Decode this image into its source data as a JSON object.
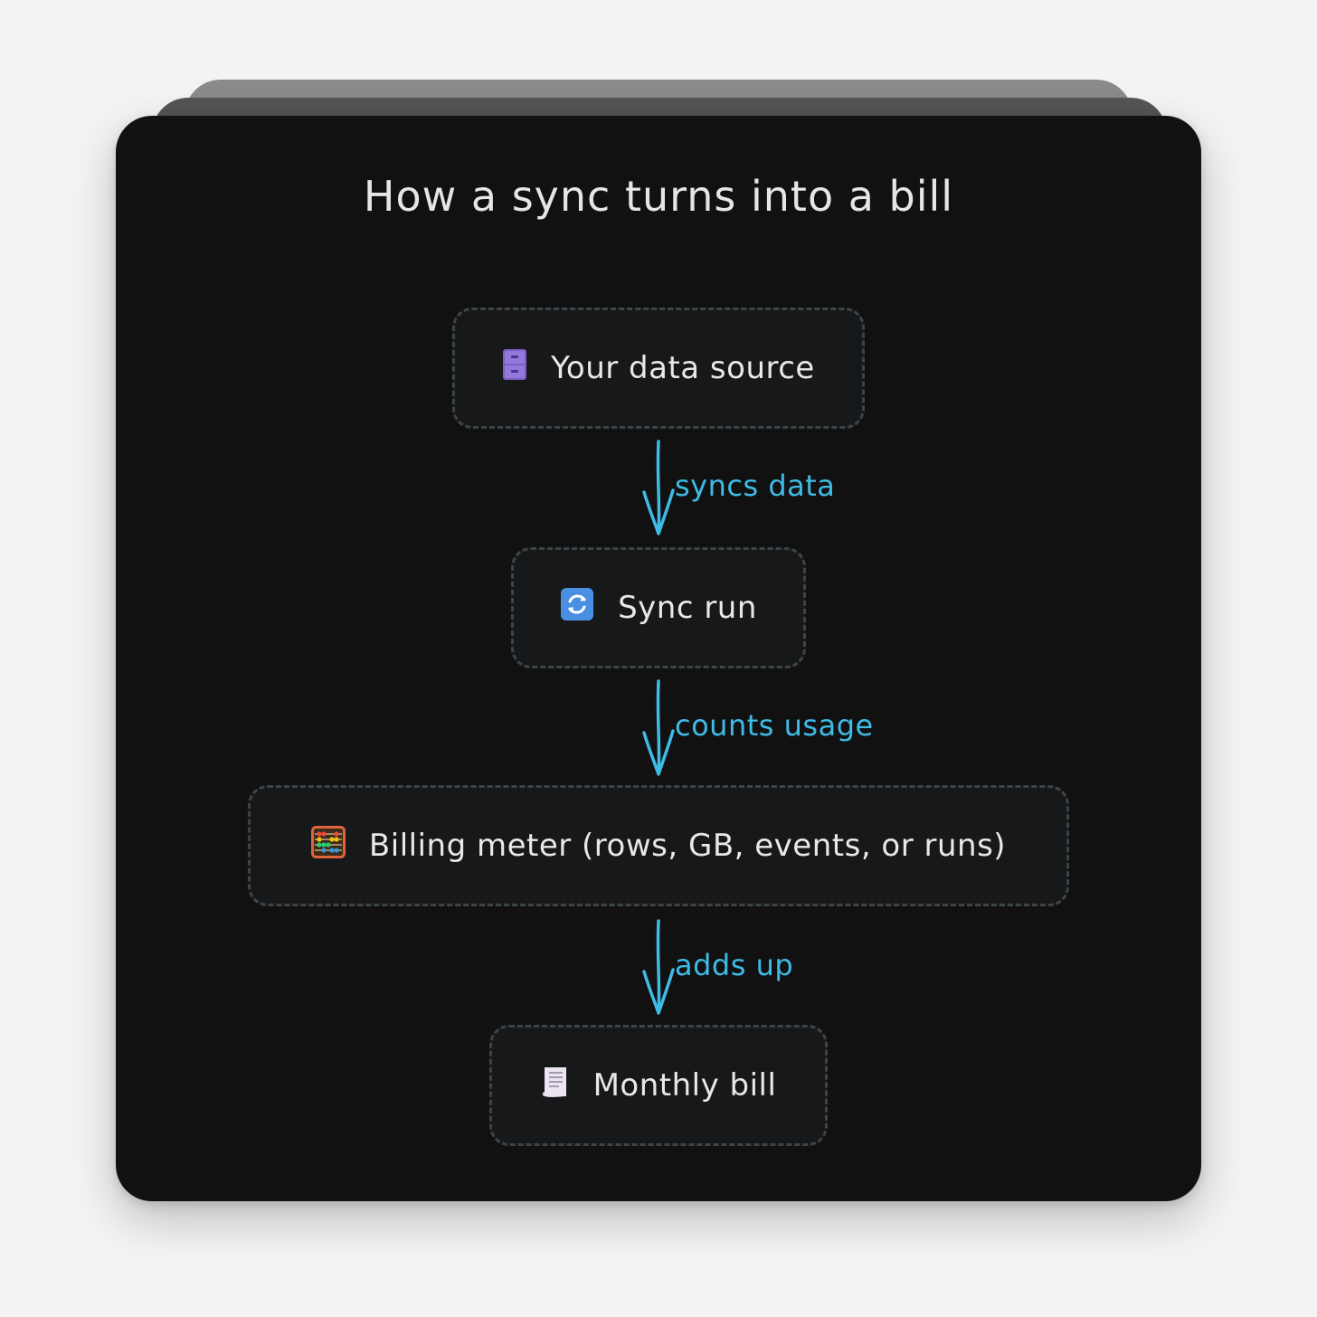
{
  "diagram": {
    "title": "How a sync turns into a bill",
    "nodes": [
      {
        "id": "source",
        "label": "Your data source",
        "icon": "file-cabinet-icon"
      },
      {
        "id": "sync",
        "label": "Sync run",
        "icon": "refresh-arrows-icon"
      },
      {
        "id": "meter",
        "label": "Billing meter (rows, GB, events, or runs)",
        "icon": "abacus-icon"
      },
      {
        "id": "bill",
        "label": "Monthly bill",
        "icon": "receipt-icon"
      }
    ],
    "edges": [
      {
        "from": "source",
        "to": "sync",
        "label": "syncs data"
      },
      {
        "from": "sync",
        "to": "meter",
        "label": "counts usage"
      },
      {
        "from": "meter",
        "to": "bill",
        "label": "adds up"
      }
    ],
    "colors": {
      "card_background": "#111111",
      "node_background": "#171819",
      "node_border": "#3c4448",
      "edge_color": "#3fbbe6",
      "text": "#e8e8e8"
    }
  }
}
